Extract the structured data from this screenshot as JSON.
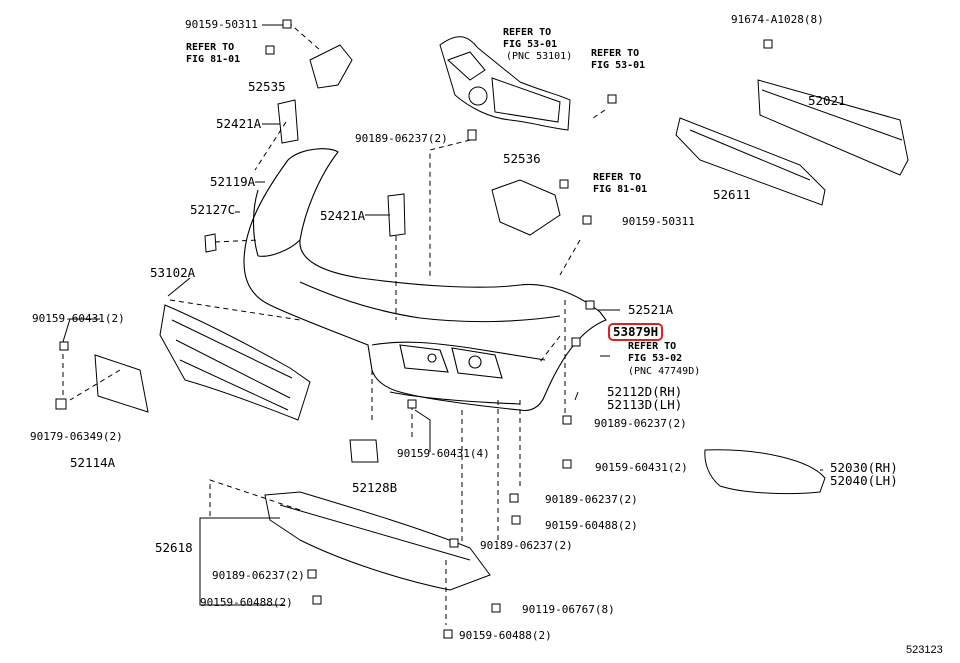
{
  "diagram_id": "523123",
  "labels": {
    "p90159_50311_top": "90159-50311",
    "refer_81_01_top_a": "REFER TO",
    "refer_81_01_top_b": "FIG 81-01",
    "p52535": "52535",
    "refer_53_01_a": "REFER TO",
    "refer_53_01_b": "FIG 53-01",
    "refer_53_01_c": "(PNC 53101)",
    "refer_53_01r_a": "REFER TO",
    "refer_53_01r_b": "FIG 53-01",
    "p91674": "91674-A1028(8)",
    "p52021": "52021",
    "p52421a_top": "52421A",
    "p90189_06237_top": "90189-06237(2)",
    "p52536": "52536",
    "refer_81_01_mid_a": "REFER TO",
    "refer_81_01_mid_b": "FIG 81-01",
    "p52611": "52611",
    "p52119a": "52119A",
    "p52127c": "52127C",
    "p52421a_mid": "52421A",
    "p90159_50311_mid": "90159-50311",
    "p53102a": "53102A",
    "p52521a": "52521A",
    "p90159_60431_left": "90159-60431(2)",
    "p53879h": "53879H",
    "refer_53_02_a": "REFER TO",
    "refer_53_02_b": "FIG 53-02",
    "refer_53_02_c": "(PNC 47749D)",
    "p52112d": "52112D(RH)",
    "p52113d": "52113D(LH)",
    "p90179": "90179-06349(2)",
    "p52114a": "52114A",
    "p90189_06237_r1": "90189-06237(2)",
    "p90159_60431_4": "90159-60431(4)",
    "p90159_60431_r": "90159-60431(2)",
    "p52030": "52030(RH)",
    "p52040": "52040(LH)",
    "p52128b": "52128B",
    "p90189_06237_r2": "90189-06237(2)",
    "p90159_60488_r": "90159-60488(2)",
    "p52618": "52618",
    "p90189_06237_c": "90189-06237(2)",
    "p90189_06237_l": "90189-06237(2)",
    "p90159_60488_l": "90159-60488(2)",
    "p90119": "90119-06767(8)",
    "p90159_60488_b": "90159-60488(2)"
  }
}
